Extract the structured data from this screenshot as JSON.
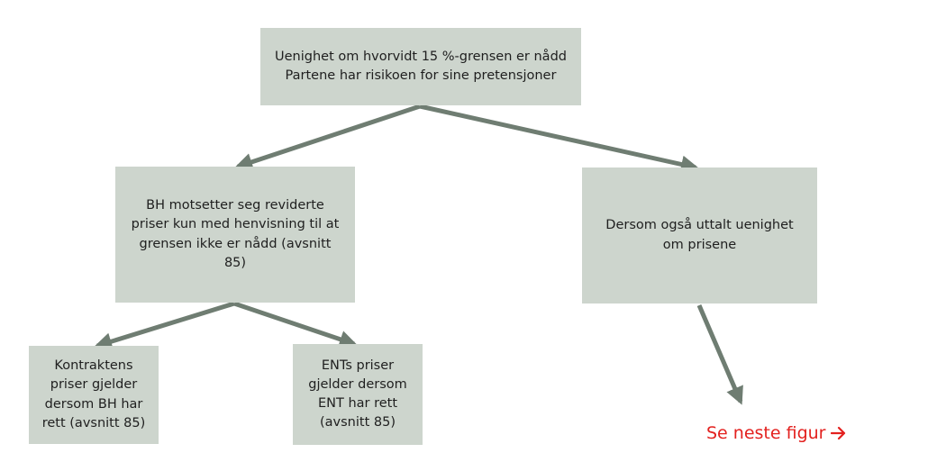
{
  "nodes": {
    "top": {
      "lines": [
        "Uenighet om hvorvidt 15 %-grensen er nådd",
        "Partene har risikoen for sine pretensjoner"
      ]
    },
    "left": {
      "text": "BH motsetter seg reviderte priser kun med henvisning til at grensen ikke er nådd (avsnitt 85)"
    },
    "right": {
      "text": "Dersom også uttalt uenighet om prisene"
    },
    "left_left": {
      "text": "Kontraktens priser gjelder dersom BH har rett (avsnitt 85)"
    },
    "left_right": {
      "text": "ENTs priser gjelder dersom ENT har rett (avsnitt 85)"
    }
  },
  "link": {
    "label": "Se neste figur",
    "icon": "arrow-right-icon"
  },
  "colors": {
    "box": "#cdd5cd",
    "arrow": "#6f7d72",
    "link": "#e3211f"
  }
}
